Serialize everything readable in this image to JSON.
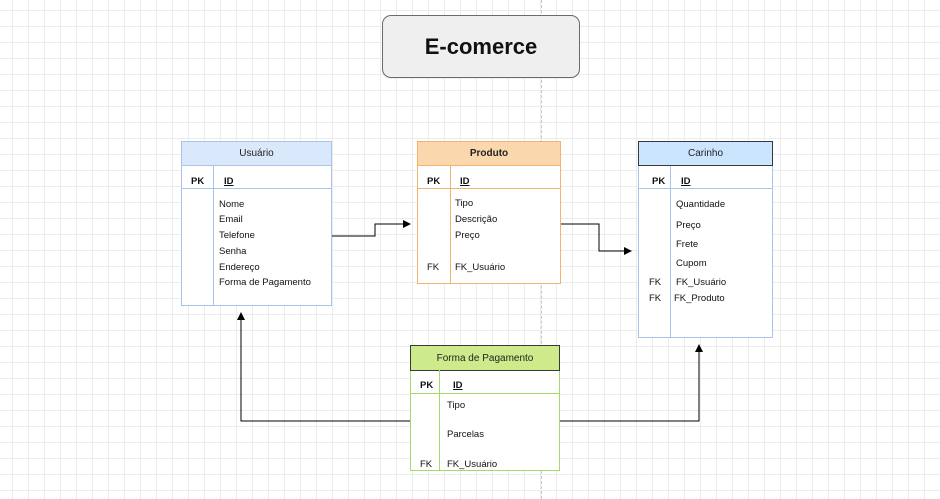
{
  "title": "E-comerce",
  "entities": {
    "usuario": {
      "name": "Usuário",
      "pk_label": "PK",
      "id_label": "ID",
      "fields": [
        "Nome",
        "Email",
        "Telefone",
        "Senha",
        "Endereço",
        "Forma de Pagamento"
      ]
    },
    "produto": {
      "name": "Produto",
      "pk_label": "PK",
      "id_label": "ID",
      "fields": [
        "Tipo",
        "Descrição",
        "Preço"
      ],
      "fk_label": "FK",
      "fk_field": "FK_Usuário"
    },
    "carinho": {
      "name": "Carinho",
      "pk_label": "PK",
      "id_label": "ID",
      "fields": [
        "Quantidade",
        "Preço",
        "Frete",
        "Cupom"
      ],
      "fk_rows": [
        {
          "key": "FK",
          "field": "FK_Usuário"
        },
        {
          "key": "FK",
          "field": "FK_Produto"
        }
      ]
    },
    "pagamento": {
      "name": "Forma de Pagamento",
      "pk_label": "PK",
      "id_label": "ID",
      "fields": [
        "Tipo",
        "Parcelas"
      ],
      "fk_label": "FK",
      "fk_field": "FK_Usuário"
    }
  },
  "colors": {
    "usuario_header": "#dae8fc",
    "usuario_border": "#a9c4eb",
    "produto_header": "#fad7ac",
    "produto_border": "#f0b46f",
    "carinho_header": "#cce5ff",
    "carinho_border": "#36393d",
    "pagamento_header": "#cdeb8b",
    "pagamento_border": "#a6d96a",
    "connector": "#000000"
  }
}
